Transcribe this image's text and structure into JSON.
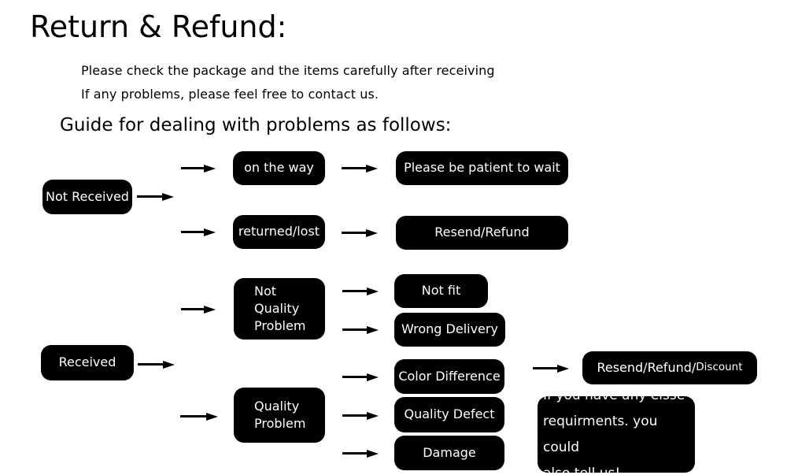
{
  "page": {
    "title": "Return & Refund:",
    "intro_line1": "Please check the package and the items carefully after receiving",
    "intro_line2": "If any problems, please feel free to contact us.",
    "guide_heading": "Guide for dealing with problems as follows:"
  },
  "flowchart": {
    "nodes": {
      "not_received": "Not Received",
      "on_the_way": "on the way",
      "please_be_patient": "Please be patient to wait",
      "returned_lost": "returned/lost",
      "resend_refund": "Resend/Refund",
      "received": "Received",
      "not_quality_problem": "Not\nQuality\nProblem",
      "not_fit": "Not fit",
      "wrong_delivery": "Wrong Delivery",
      "quality_problem": "Quality\nProblem",
      "color_difference": "Color Difference",
      "quality_defect": "Quality Defect",
      "damage": "Damage",
      "resend_refund_discount_main": "Resend/Refund/",
      "resend_refund_discount_small": "Discount",
      "more_requirements": "If you have any elsse\nrequirments. you could\nalso tell us!"
    },
    "edges": [
      {
        "from": "not_received",
        "to": "on_the_way"
      },
      {
        "from": "not_received",
        "to": "returned_lost"
      },
      {
        "from": "on_the_way",
        "to": "please_be_patient"
      },
      {
        "from": "returned_lost",
        "to": "resend_refund"
      },
      {
        "from": "received",
        "to": "not_quality_problem"
      },
      {
        "from": "received",
        "to": "quality_problem"
      },
      {
        "from": "not_quality_problem",
        "to": "not_fit"
      },
      {
        "from": "not_quality_problem",
        "to": "wrong_delivery"
      },
      {
        "from": "quality_problem",
        "to": "color_difference"
      },
      {
        "from": "quality_problem",
        "to": "quality_defect"
      },
      {
        "from": "quality_problem",
        "to": "damage"
      },
      {
        "from": "color_difference",
        "to": "resend_refund_discount"
      }
    ],
    "colors": {
      "node_bg": "#000000",
      "node_text": "#ffffff",
      "page_bg": "#ffffff",
      "text": "#000000"
    }
  }
}
